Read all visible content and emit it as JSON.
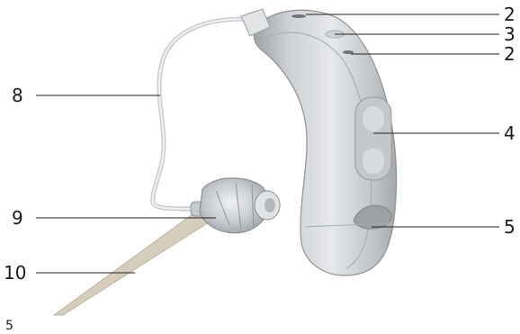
{
  "callouts": {
    "top_left_label": "8",
    "mid_left_label": "9",
    "low_left_label": "10",
    "right_labels": [
      "2",
      "3",
      "2",
      "4",
      "5"
    ]
  },
  "page_number": "5",
  "colors": {
    "shell": "#b8bcc0",
    "shell_highlight": "#e3e5e7",
    "shell_shadow": "#8f9498",
    "tube": "#d9dde0",
    "dome": "#c9cdd1",
    "cable": "#d8cfc0"
  }
}
